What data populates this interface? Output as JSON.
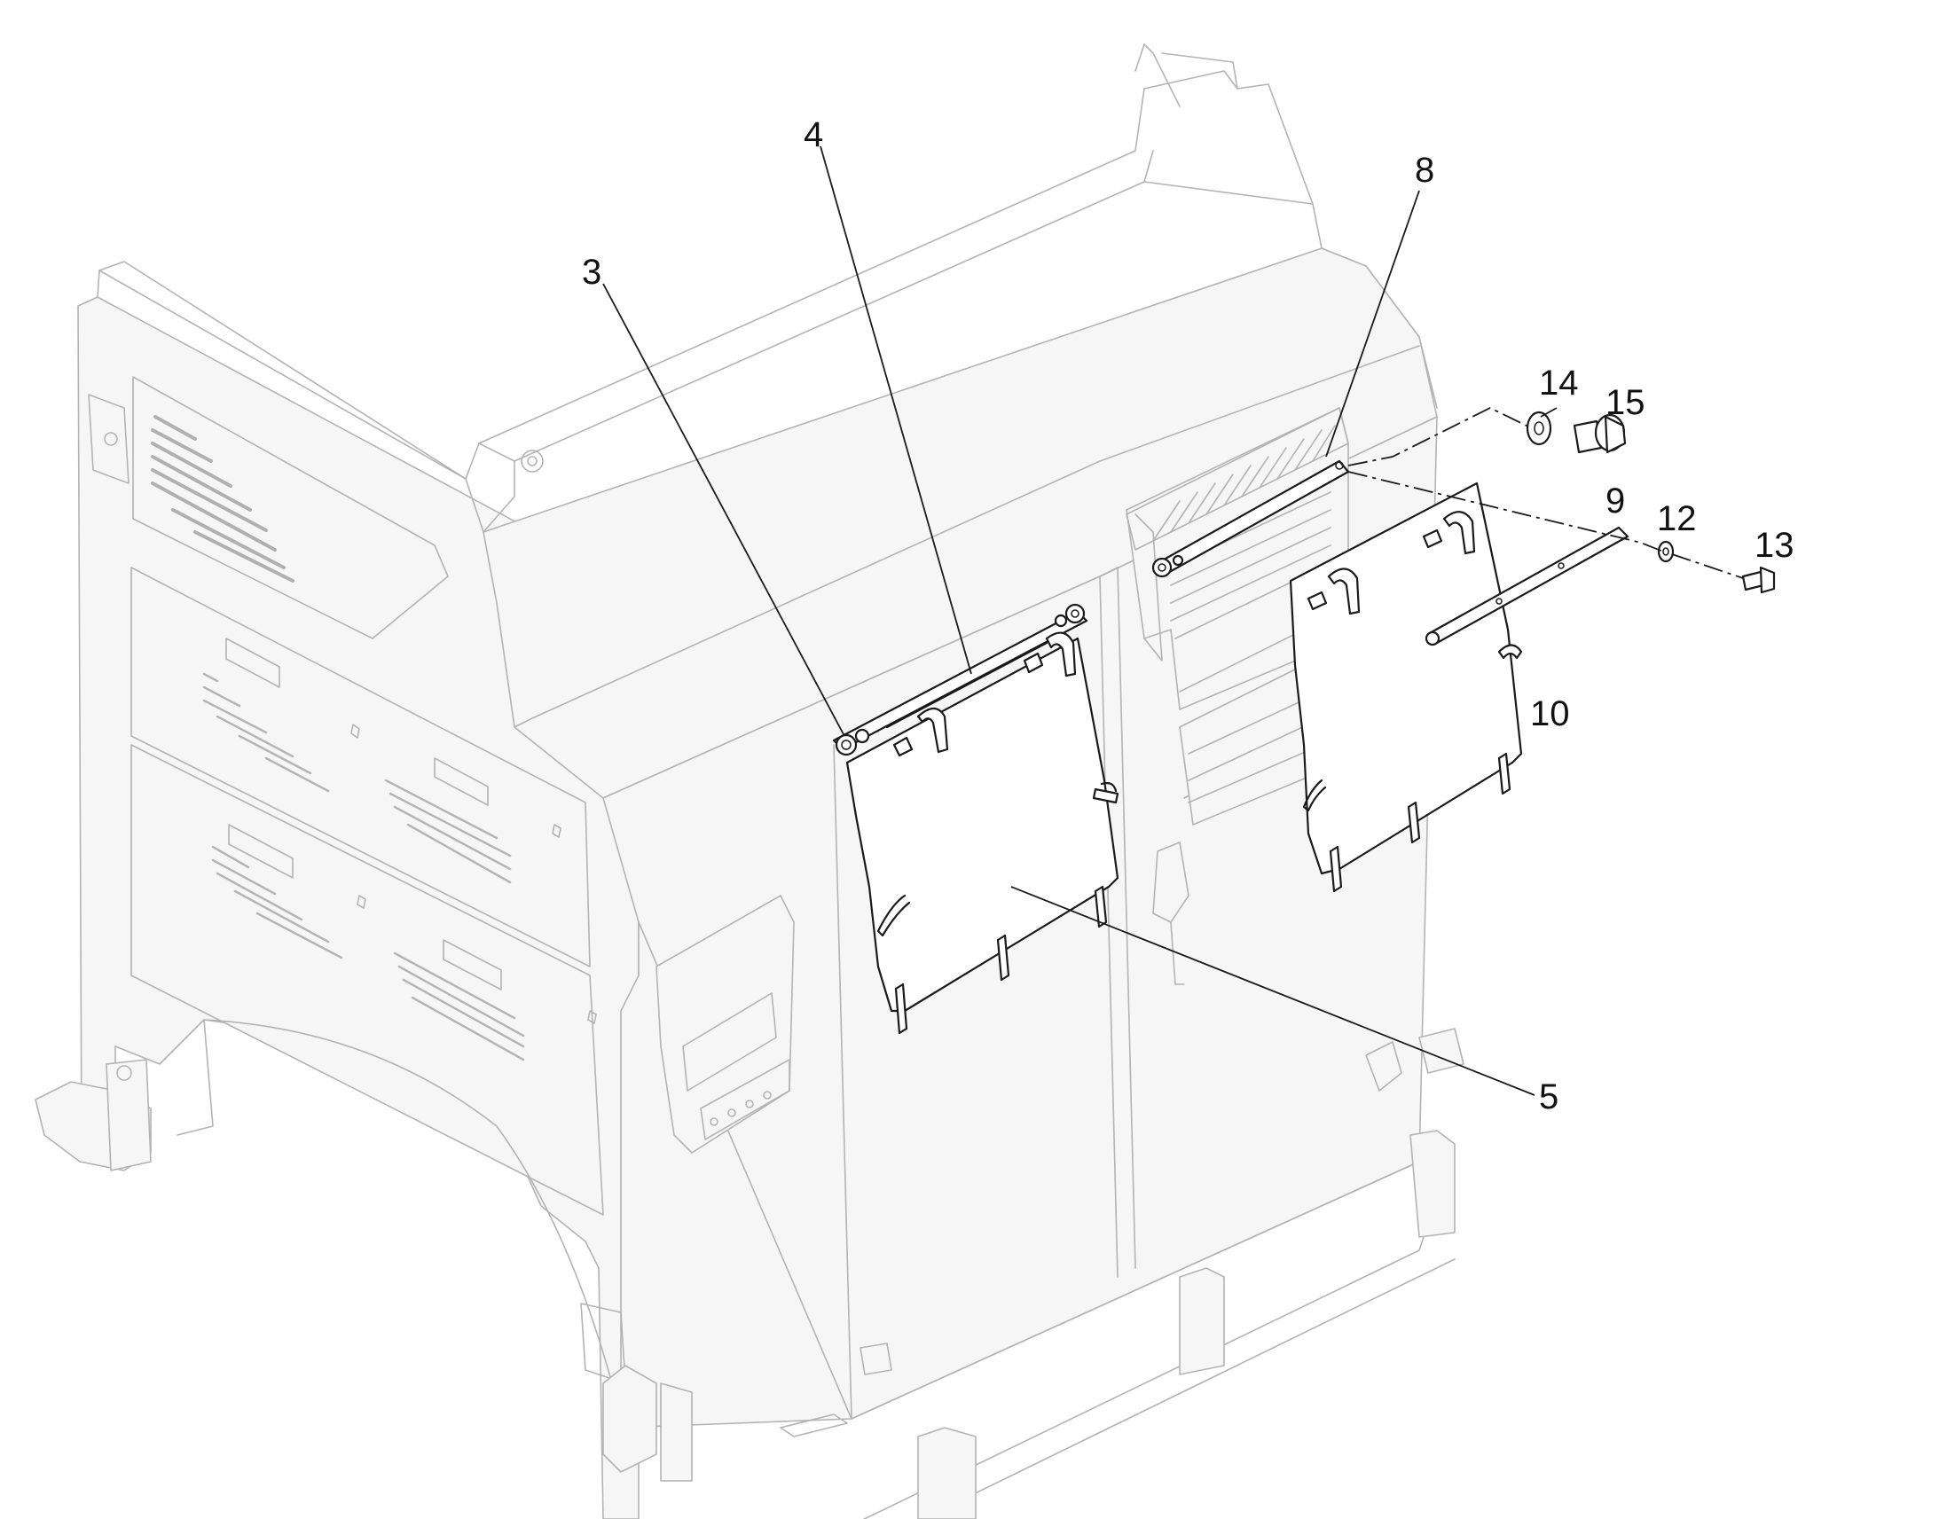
{
  "callouts": [
    {
      "id": "3",
      "label": "3"
    },
    {
      "id": "4",
      "label": "4"
    },
    {
      "id": "5",
      "label": "5"
    },
    {
      "id": "8",
      "label": "8"
    },
    {
      "id": "9",
      "label": "9"
    },
    {
      "id": "10",
      "label": "10"
    },
    {
      "id": "12",
      "label": "12"
    },
    {
      "id": "13",
      "label": "13"
    },
    {
      "id": "14",
      "label": "14"
    },
    {
      "id": "15",
      "label": "15"
    }
  ],
  "colors": {
    "background": "#ffffff",
    "ghost_outline": "#b3b3b3",
    "part_outline": "#1a1a1a",
    "callout_text": "#111111"
  }
}
